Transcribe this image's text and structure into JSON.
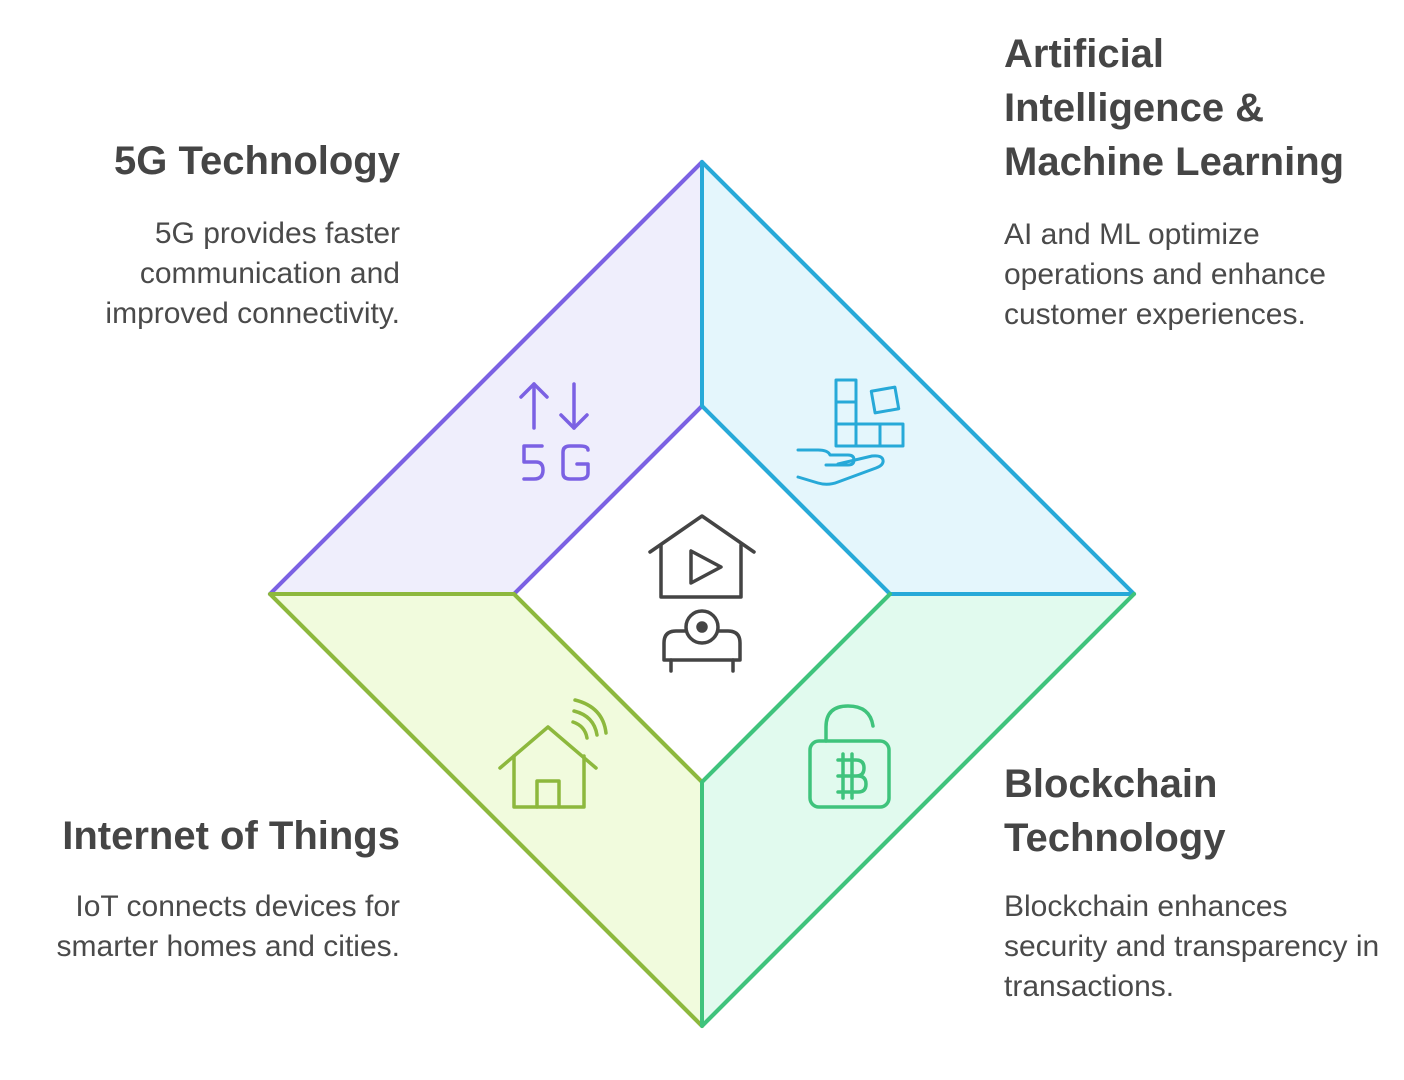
{
  "colors": {
    "purple_stroke": "#7B61E3",
    "purple_fill": "#EFEEFC",
    "blue_stroke": "#27A9D8",
    "blue_fill": "#E4F6FC",
    "green_stroke": "#8DB83D",
    "green_fill": "#F1FBDD",
    "teal_stroke": "#3FC37C",
    "teal_fill": "#E1FAEE",
    "center_icon": "#444444"
  },
  "sections": {
    "fiveg": {
      "title": "5G Technology",
      "description": "5G provides faster communication and improved connectivity.",
      "icon": "5g-signal-icon"
    },
    "ai": {
      "title": "Artificial Intelligence & Machine Learning",
      "description": "AI and ML optimize operations and enhance customer experiences.",
      "icon": "hand-holding-blocks-icon"
    },
    "iot": {
      "title": "Internet of Things",
      "description": "IoT connects devices for smarter homes and cities.",
      "icon": "smart-home-icon"
    },
    "blockchain": {
      "title": "Blockchain Technology",
      "description": "Blockchain enhances security and transparency in transactions.",
      "icon": "bitcoin-lock-icon"
    }
  },
  "center": {
    "icon": "home-theater-icon"
  }
}
